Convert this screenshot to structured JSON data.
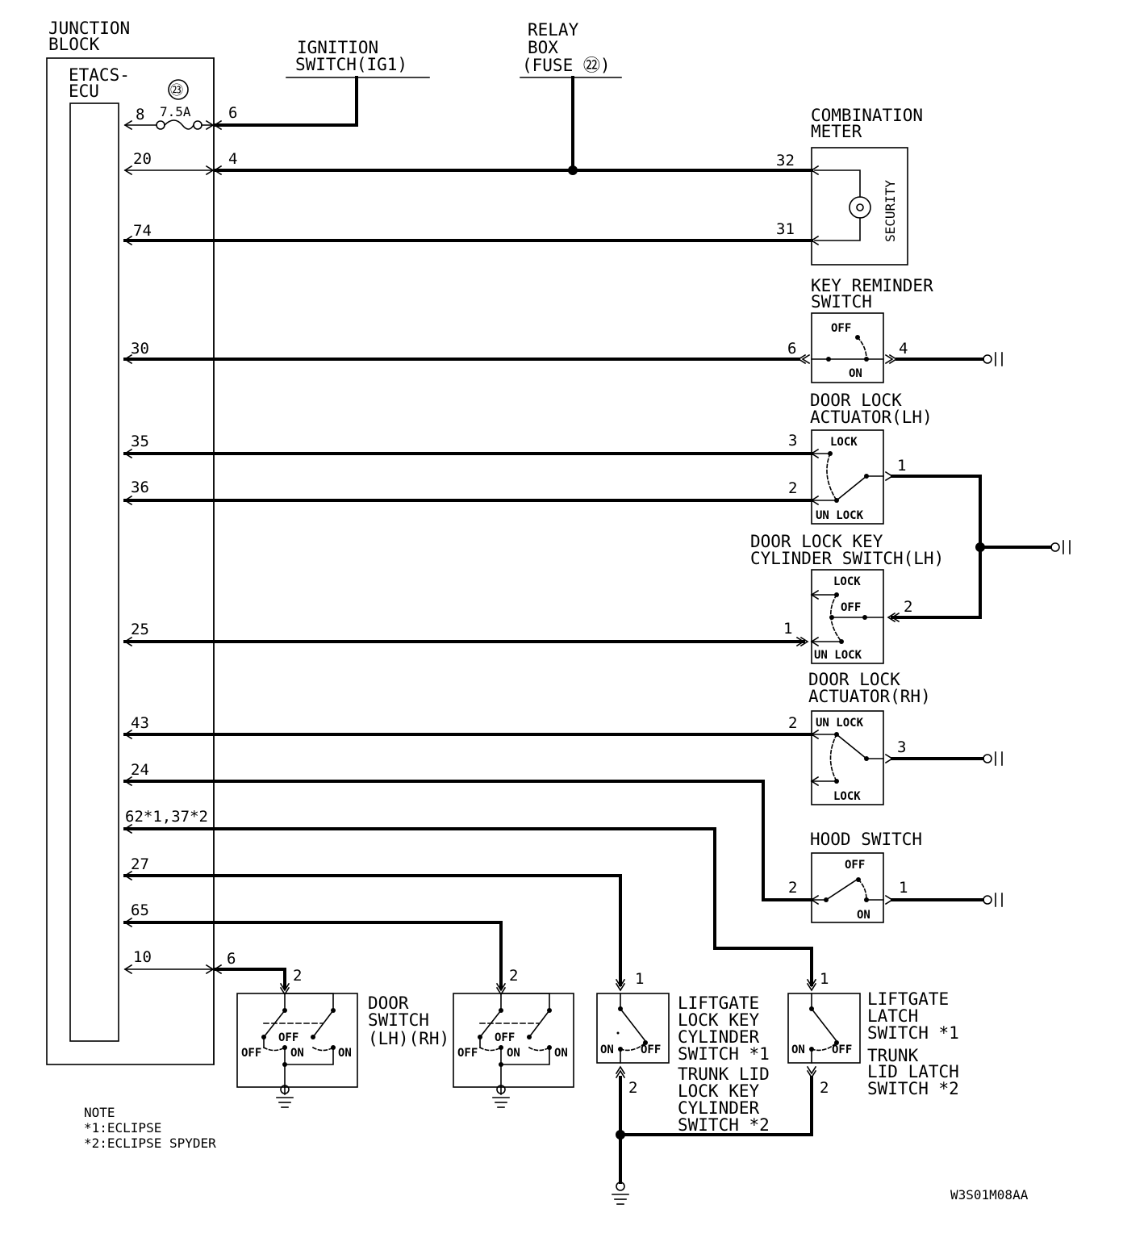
{
  "labels": {
    "junction_block": [
      "JUNCTION",
      "BLOCK"
    ],
    "ecu": [
      "ETACS-",
      "ECU"
    ],
    "ignition": [
      "IGNITION",
      "SWITCH(IG1)"
    ],
    "relay_box": [
      "RELAY",
      "BOX",
      "(FUSE ㉒)"
    ],
    "combination_meter": [
      "COMBINATION",
      "METER"
    ],
    "security": "SECURITY",
    "key_reminder": [
      "KEY REMINDER",
      "SWITCH"
    ],
    "door_lock_act_lh": [
      "DOOR LOCK",
      "ACTUATOR(LH)"
    ],
    "door_lock_key_cyl_lh": [
      "DOOR LOCK KEY",
      "CYLINDER SWITCH(LH)"
    ],
    "door_lock_act_rh": [
      "DOOR LOCK",
      "ACTUATOR(RH)"
    ],
    "hood_switch": "HOOD SWITCH",
    "door_switch": [
      "DOOR",
      "SWITCH",
      "(LH)(RH)"
    ],
    "liftgate_key_cyl": [
      "LIFTGATE",
      "LOCK KEY",
      "CYLINDER",
      "SWITCH *1",
      "TRUNK LID",
      "LOCK KEY",
      "CYLINDER",
      "SWITCH *2"
    ],
    "liftgate_latch": [
      "LIFTGATE",
      "LATCH",
      "SWITCH *1",
      "TRUNK",
      "LID LATCH",
      "SWITCH *2"
    ],
    "note": [
      "NOTE",
      "*1:ECLIPSE",
      "*2:ECLIPSE SPYDER"
    ],
    "code": "W3S01M08AA"
  },
  "fuse": {
    "number": "㉓",
    "rating": "7.5A"
  },
  "terminals": {
    "ecu": [
      "8",
      "20",
      "74",
      "30",
      "35",
      "36",
      "25",
      "43",
      "24",
      "62*1,37*2",
      "27",
      "65",
      "10"
    ],
    "jb_right": [
      "6",
      "4",
      "6"
    ],
    "meter": [
      "32",
      "31"
    ],
    "key_reminder": [
      "6",
      "4"
    ],
    "act_lh": [
      "3",
      "2",
      "1"
    ],
    "cyl_lh": [
      "1",
      "2"
    ],
    "act_rh": [
      "2",
      "3"
    ],
    "hood": [
      "2",
      "1"
    ],
    "door_sw": [
      "2",
      "2"
    ],
    "liftgate_key": [
      "1",
      "2"
    ],
    "liftgate_latch": [
      "1",
      "2"
    ]
  },
  "switch_states": {
    "off": "OFF",
    "on": "ON",
    "lock": "LOCK",
    "unlock": "UN LOCK"
  }
}
